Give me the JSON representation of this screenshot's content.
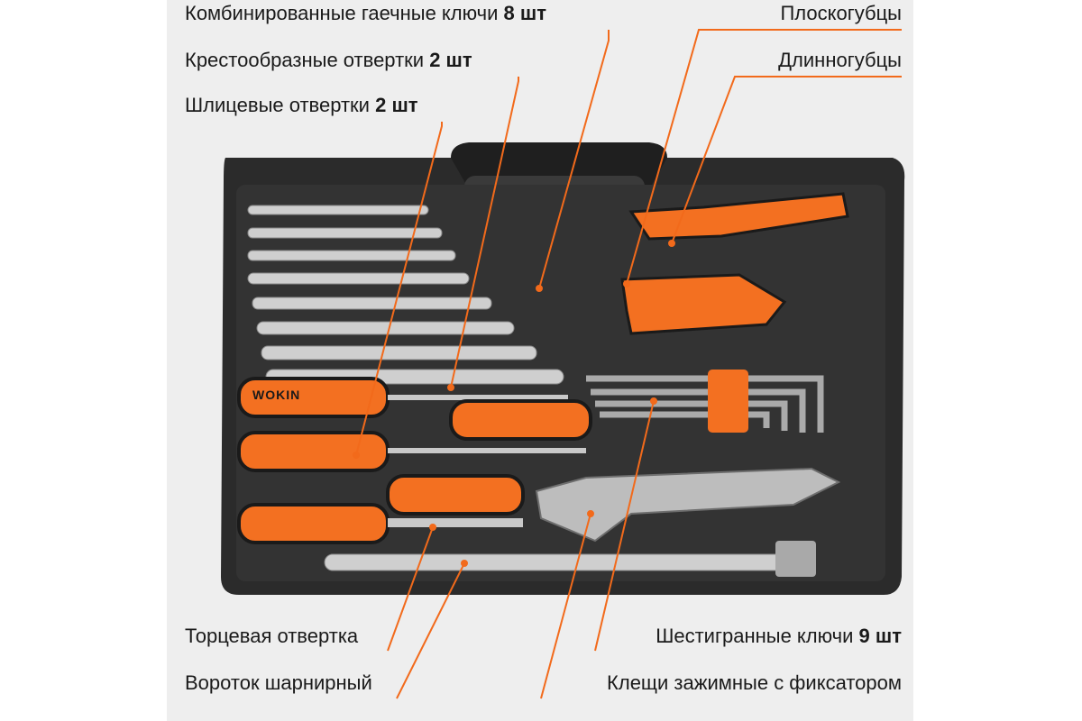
{
  "callouts": {
    "wrenches": {
      "text": "Комбинированные гаечные ключи",
      "count": "8 шт"
    },
    "phillips": {
      "text": "Крестообразные отвертки",
      "count": "2 шт"
    },
    "slotted": {
      "text": "Шлицевые отвертки",
      "count": "2 шт"
    },
    "pliers": {
      "text": "Плоскогубцы"
    },
    "longnose": {
      "text": "Длинногубцы"
    },
    "nutdriver": {
      "text": "Торцевая отвертка"
    },
    "tbar": {
      "text": "Вороток шарнирный"
    },
    "hexkeys": {
      "text": "Шестигранные ключи",
      "count": "9 шт"
    },
    "lockpliers": {
      "text": "Клещи зажимные с фиксатором"
    }
  },
  "brand": {
    "handle_text": "WOKIN"
  },
  "colors": {
    "accent": "#f26a1b",
    "case": "#2b2b2b",
    "handle": "#f37021",
    "metal": "#c9c9c9"
  }
}
